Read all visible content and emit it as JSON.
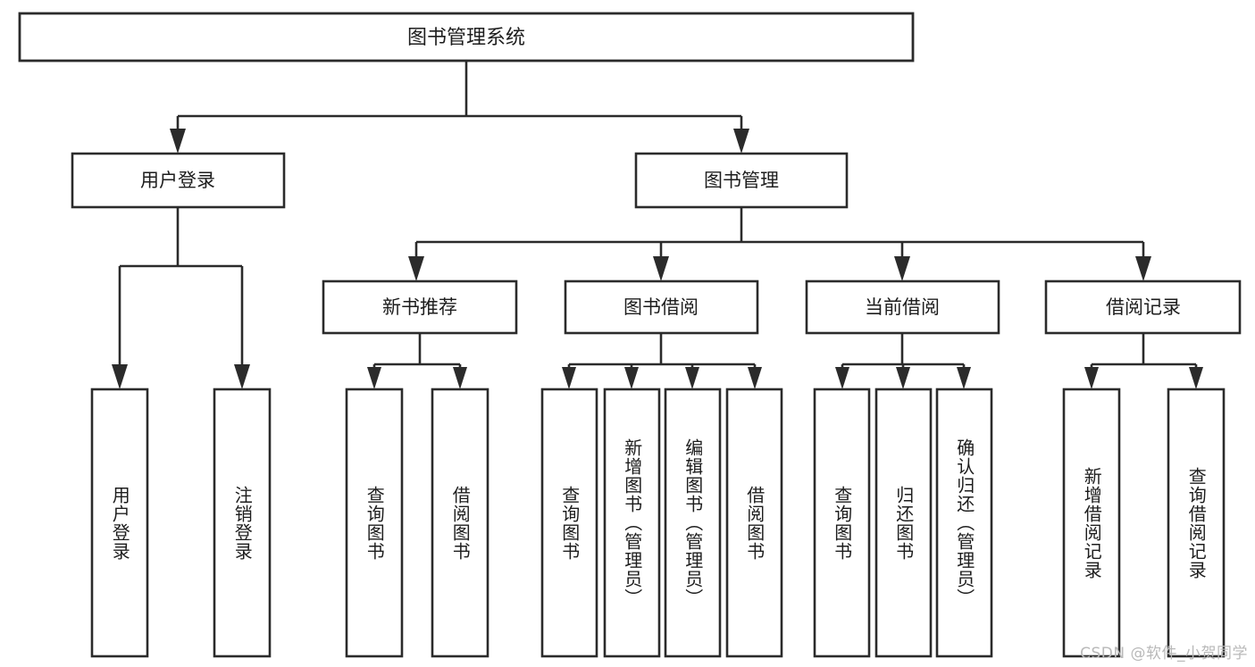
{
  "diagram": {
    "type": "tree-hierarchy",
    "orientation": "top-down",
    "root": {
      "id": "root",
      "label": "图书管理系统"
    },
    "level1": [
      {
        "id": "user-login",
        "label": "用户登录"
      },
      {
        "id": "book-management",
        "label": "图书管理"
      }
    ],
    "level2": [
      {
        "id": "new-book-recommend",
        "label": "新书推荐",
        "parent": "book-management"
      },
      {
        "id": "book-borrow",
        "label": "图书借阅",
        "parent": "book-management"
      },
      {
        "id": "current-borrow",
        "label": "当前借阅",
        "parent": "book-management"
      },
      {
        "id": "borrow-record",
        "label": "借阅记录",
        "parent": "book-management"
      }
    ],
    "leaves": {
      "user_login": [
        {
          "id": "leaf-user-login",
          "label": "用户登录"
        },
        {
          "id": "leaf-logout-login",
          "label": "注销登录"
        }
      ],
      "new_book_recommend": [
        {
          "id": "leaf-query-book-1",
          "label": "查询图书"
        },
        {
          "id": "leaf-borrow-book-1",
          "label": "借阅图书"
        }
      ],
      "book_borrow": [
        {
          "id": "leaf-query-book-2",
          "label": "查询图书"
        },
        {
          "id": "leaf-add-book",
          "label": "新增图书（管理员）"
        },
        {
          "id": "leaf-edit-book",
          "label": "编辑图书（管理员）"
        },
        {
          "id": "leaf-borrow-book-2",
          "label": "借阅图书"
        }
      ],
      "current_borrow": [
        {
          "id": "leaf-query-book-3",
          "label": "查询图书"
        },
        {
          "id": "leaf-return-book",
          "label": "归还图书"
        },
        {
          "id": "leaf-confirm-return",
          "label": "确认归还（管理员）"
        }
      ],
      "borrow_record": [
        {
          "id": "leaf-add-record",
          "label": "新增借阅记录"
        },
        {
          "id": "leaf-query-record",
          "label": "查询借阅记录"
        }
      ]
    },
    "colors": {
      "background": "#ffffff",
      "node_fill": "#ffffff",
      "node_stroke": "#2b2b2b",
      "text": "#1d1d1d",
      "watermark": "#b9b9b9"
    }
  },
  "watermark": {
    "text": "CSDN @软件_小贺同学"
  }
}
